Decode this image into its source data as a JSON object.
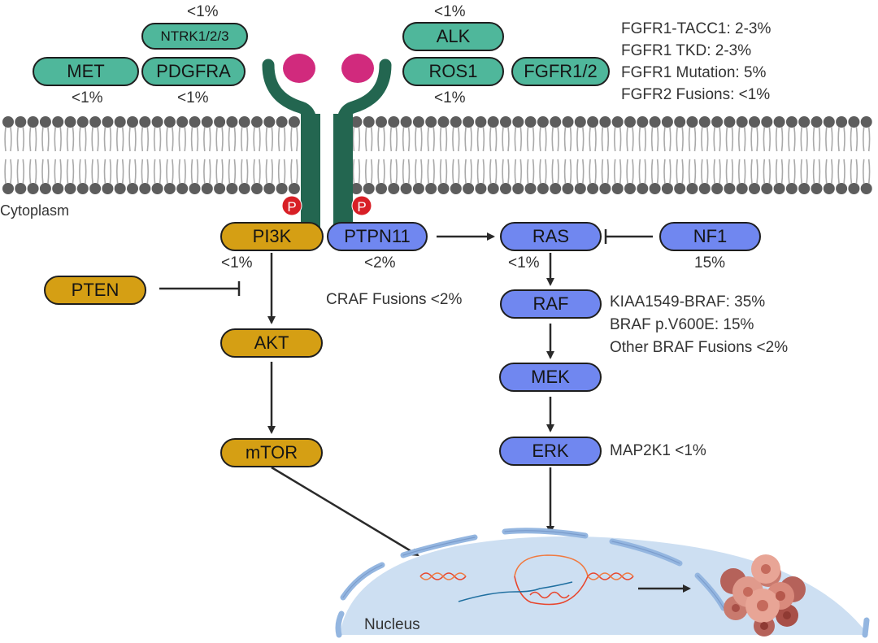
{
  "colors": {
    "receptor_protein": "#4fb79b",
    "pi3k_pathway": "#d59f14",
    "mapk_pathway": "#7087f0",
    "receptor": "#236650",
    "ligand": "#d12a7d",
    "phosphate": "#d81f26",
    "membrane": "#5d5d5d",
    "nucleus_fill": "#cddff2",
    "nucleus_pore": "#94b6e0"
  },
  "receptors": {
    "met": {
      "label": "MET",
      "freq": "<1%"
    },
    "ntrk": {
      "label": "NTRK1/2/3",
      "freq": "<1%"
    },
    "pdgfra": {
      "label": "PDGFRA",
      "freq": "<1%"
    },
    "alk": {
      "label": "ALK",
      "freq": "<1%"
    },
    "ros1": {
      "label": "ROS1",
      "freq": "<1%"
    },
    "fgfr": {
      "label": "FGFR1/2"
    }
  },
  "fgfr_alterations": [
    "FGFR1-TACC1: 2-3%",
    "FGFR1 TKD: 2-3%",
    "FGFR1 Mutation: 5%",
    "FGFR2 Fusions: <1%"
  ],
  "compartments": {
    "cytoplasm": "Cytoplasm",
    "nucleus": "Nucleus"
  },
  "phosphate_label": "P",
  "pi3k_pathway": {
    "pi3k": {
      "label": "PI3K",
      "freq": "<1%"
    },
    "pten": {
      "label": "PTEN"
    },
    "akt": {
      "label": "AKT"
    },
    "mtor": {
      "label": "mTOR"
    }
  },
  "mapk_pathway": {
    "ptpn11": {
      "label": "PTPN11",
      "freq": "<2%"
    },
    "ras": {
      "label": "RAS",
      "freq": "<1%"
    },
    "nf1": {
      "label": "NF1",
      "freq": "15%"
    },
    "raf": {
      "label": "RAF"
    },
    "craf_note": "CRAF Fusions <2%",
    "raf_alterations": [
      "KIAA1549-BRAF: 35%",
      "BRAF p.V600E: 15%",
      "Other BRAF Fusions <2%"
    ],
    "mek": {
      "label": "MEK"
    },
    "erk": {
      "label": "ERK"
    },
    "erk_note": "MAP2K1 <1%"
  }
}
